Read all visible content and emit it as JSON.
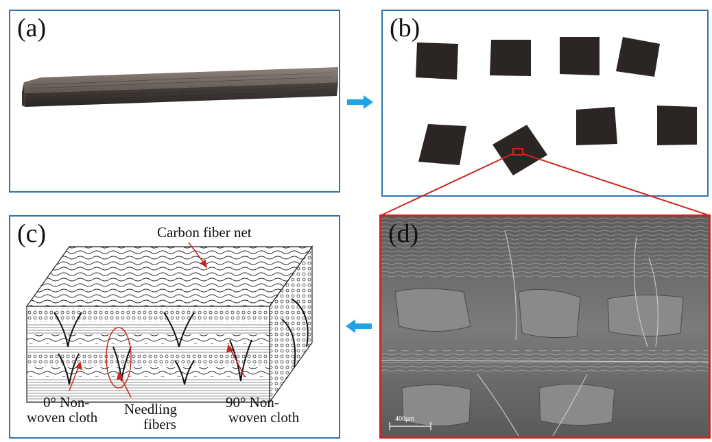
{
  "figure": {
    "panel_a": {
      "label": "(a)"
    },
    "panel_b": {
      "label": "(b)"
    },
    "panel_c": {
      "label": "(c)",
      "annotations": {
        "carbon_fiber_net": "Carbon fiber net",
        "nonwoven_0_line1": "0° Non-",
        "nonwoven_0_line2": "woven cloth",
        "needling_line1": "Needling",
        "needling_line2": "fibers",
        "nonwoven_90_line1": "90° Non-",
        "nonwoven_90_line2": "woven cloth"
      }
    },
    "panel_d": {
      "label": "(d)",
      "scale_bar": "400μm"
    },
    "colors": {
      "panel_border": "#2f73b3",
      "zoom_border": "#c8281e",
      "arrow": "#1ea3e6"
    },
    "icons": {
      "arrow_right": "arrow-right-icon",
      "arrow_left": "arrow-left-icon"
    }
  }
}
